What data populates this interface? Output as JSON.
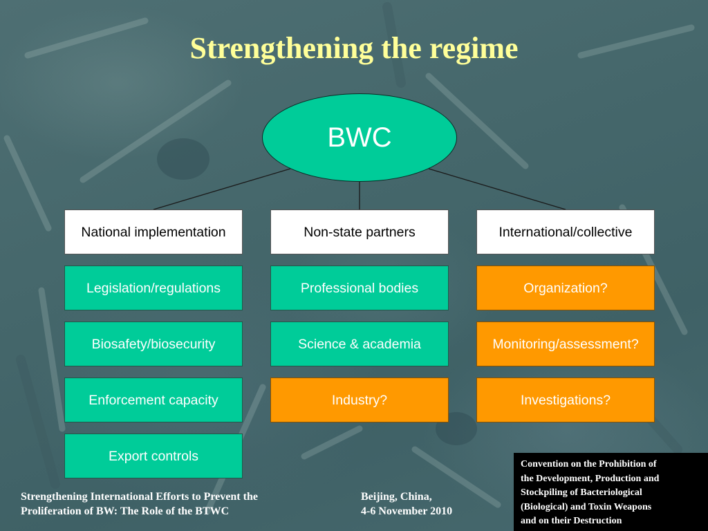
{
  "title": "Strengthening the regime",
  "root": {
    "label": "BWC"
  },
  "columns": [
    {
      "header": "National implementation",
      "items": [
        {
          "label": "Legislation/regulations",
          "color": "#00cc99"
        },
        {
          "label": "Biosafety/biosecurity",
          "color": "#00cc99"
        },
        {
          "label": "Enforcement capacity",
          "color": "#00cc99"
        },
        {
          "label": "Export controls",
          "color": "#00cc99"
        }
      ]
    },
    {
      "header": "Non-state partners",
      "items": [
        {
          "label": "Professional bodies",
          "color": "#00cc99"
        },
        {
          "label": "Science & academia",
          "color": "#00cc99"
        },
        {
          "label": "Industry?",
          "color": "#ff9900"
        }
      ]
    },
    {
      "header": "International/collective",
      "items": [
        {
          "label": "Organization?",
          "color": "#ff9900"
        },
        {
          "label": "Monitoring/assessment?",
          "color": "#ff9900"
        },
        {
          "label": "Investigations?",
          "color": "#ff9900"
        }
      ]
    }
  ],
  "footer": {
    "event_lines": [
      "Strengthening International Efforts to Prevent the",
      "Proliferation of BW: The Role of the BTWC"
    ],
    "location_lines": [
      "Beijing, China,",
      "4-6 November 2010"
    ],
    "convention_lines": [
      "Convention on the Prohibition of",
      "the Development, Production and",
      "Stockpiling of Bacteriological",
      "(Biological) and Toxin Weapons",
      "and on their Destruction"
    ]
  },
  "colors": {
    "title": "#ffff99",
    "node_green": "#00cc99",
    "node_orange": "#ff9900",
    "header_box": "#ffffff",
    "background": "#4a6b70"
  }
}
